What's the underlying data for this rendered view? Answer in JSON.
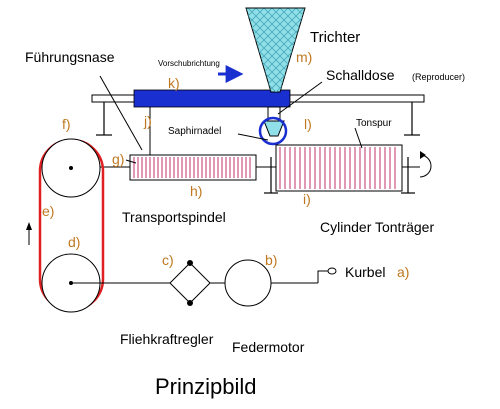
{
  "labels": {
    "trichter": "Trichter",
    "fuehrungsnase": "Führungsnase",
    "vorschubrichtung": "Vorschubrichtung",
    "schalldose": "Schalldose",
    "reproducer": "(Reproducer)",
    "saphirnadel": "Saphirnadel",
    "tonspur": "Tonspur",
    "transportspindel": "Transportspindel",
    "cylinder": "Cylinder Tonträger",
    "kurbel": "Kurbel",
    "fliehkraftregler": "Fliehkraftregler",
    "federmotor": "Federmotor",
    "title": "Prinzipbild"
  },
  "letters": {
    "a": "a)",
    "b": "b)",
    "c": "c)",
    "d": "d)",
    "e": "e)",
    "f": "f)",
    "g": "g)",
    "h": "h)",
    "i": "i)",
    "j": "j)",
    "k": "k)",
    "l": "l)",
    "m": "m)"
  },
  "colors": {
    "letter": "#c07820",
    "belt": "#e02020",
    "carriage": "#1a2fd0",
    "funnel_fill": "#8fe0e8",
    "stripes": "#c0306a"
  }
}
